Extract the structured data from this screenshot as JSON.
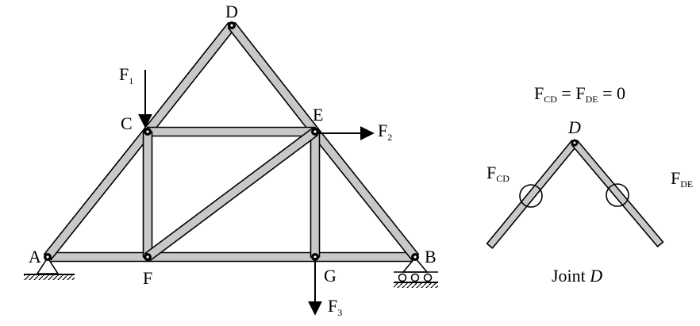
{
  "truss": {
    "joints": {
      "A": "A",
      "B": "B",
      "C": "C",
      "D": "D",
      "E": "E",
      "F": "F",
      "G": "G"
    },
    "forces": {
      "f1_main": "F",
      "f1_sub": "1",
      "f2_main": "F",
      "f2_sub": "2",
      "f3_main": "F",
      "f3_sub": "3"
    }
  },
  "joint_d": {
    "equation": {
      "f_cd_main": "F",
      "f_cd_sub": "CD",
      "eq1": " = ",
      "f_de_main": "F",
      "f_de_sub": "DE",
      "eq2": " = 0"
    },
    "label_d": "D",
    "force_cd_main": "F",
    "force_cd_sub": "CD",
    "force_de_main": "F",
    "force_de_sub": "DE",
    "caption_prefix": "Joint ",
    "caption_joint": "D"
  }
}
